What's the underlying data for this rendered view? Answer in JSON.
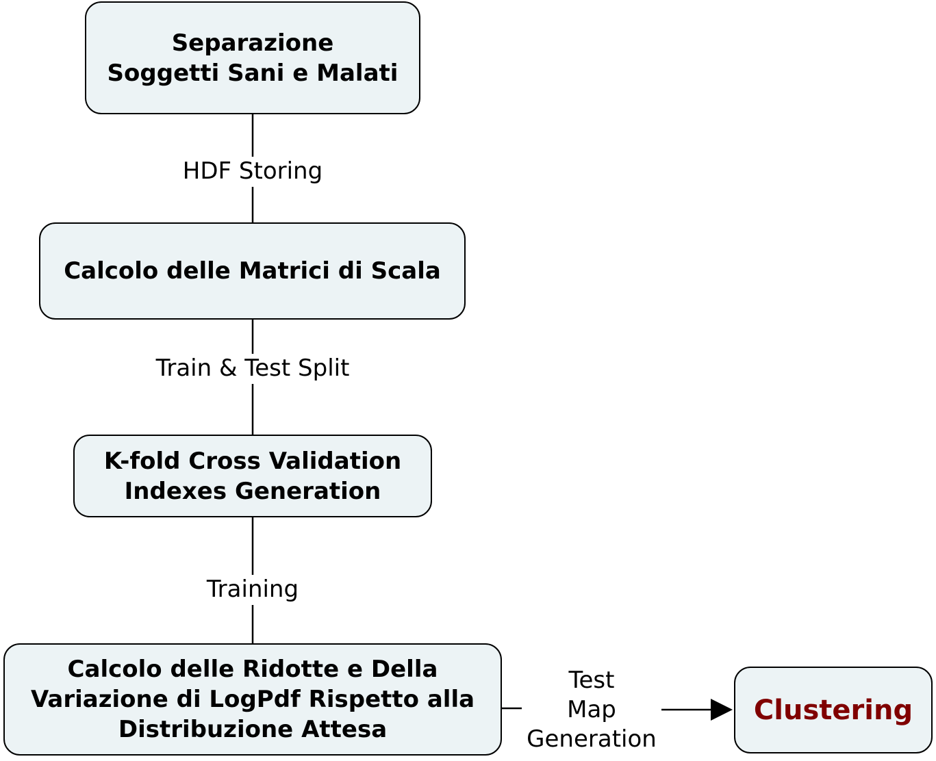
{
  "nodes": {
    "separazione": "Separazione \nSoggetti Sani e Malati",
    "matrici": "Calcolo delle Matrici di Scala",
    "kfold": "K-fold Cross Validation \nIndexes Generation",
    "ridotte": "Calcolo delle Ridotte e Della\nVariazione di LogPdf Rispetto alla\nDistribuzione Attesa",
    "clustering": "Clustering"
  },
  "edges": {
    "hdf_storing": "HDF Storing",
    "train_test_split": "Train & Test Split",
    "training": "Training",
    "test_map_generation": "Test\nMap\nGeneration"
  },
  "colors": {
    "node_fill": "#ecf3f5",
    "node_border": "#000000",
    "accent_text": "#800000"
  }
}
